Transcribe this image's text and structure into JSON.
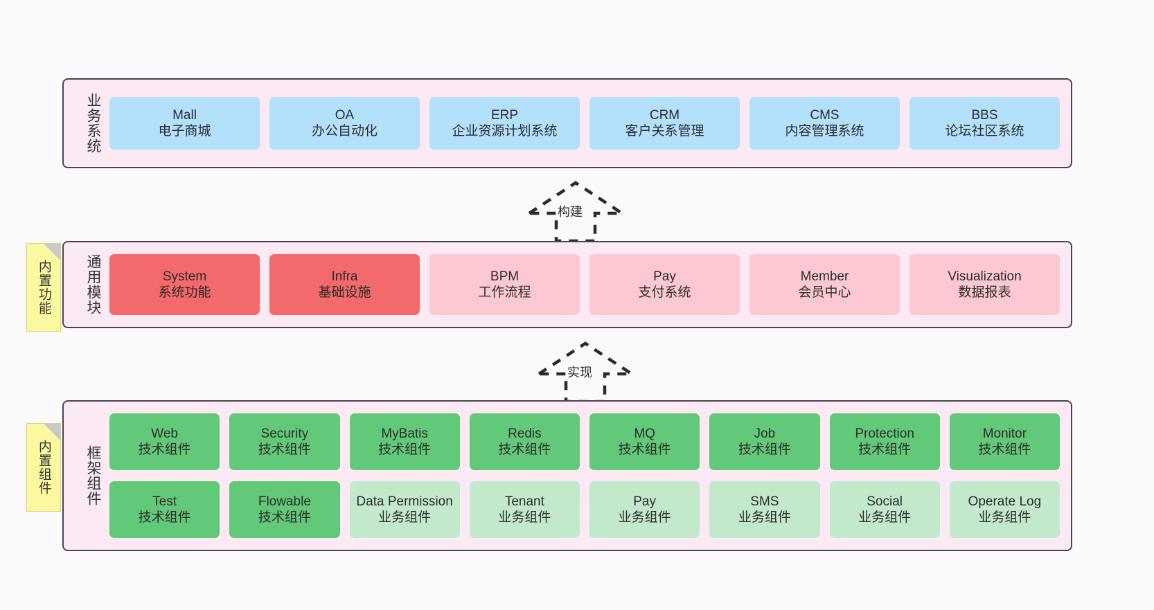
{
  "diagram": {
    "background": "#fafafa",
    "layers": [
      {
        "id": "business",
        "title": "业务系统",
        "cards": [
          {
            "name": "Mall",
            "desc": "电子商城",
            "color": "#b3e0fb"
          },
          {
            "name": "OA",
            "desc": "办公自动化",
            "color": "#b3e0fb"
          },
          {
            "name": "ERP",
            "desc": "企业资源计划系统",
            "color": "#b3e0fb"
          },
          {
            "name": "CRM",
            "desc": "客户关系管理",
            "color": "#b3e0fb"
          },
          {
            "name": "CMS",
            "desc": "内容管理系统",
            "color": "#b3e0fb"
          },
          {
            "name": "BBS",
            "desc": "论坛社区系统",
            "color": "#b3e0fb"
          }
        ]
      },
      {
        "id": "modules",
        "title": "通用模块",
        "note": "内置功能",
        "cards": [
          {
            "name": "System",
            "desc": "系统功能",
            "color": "#f46a6a"
          },
          {
            "name": "Infra",
            "desc": "基础设施",
            "color": "#f46a6a"
          },
          {
            "name": "BPM",
            "desc": "工作流程",
            "color": "#fcc9d3"
          },
          {
            "name": "Pay",
            "desc": "支付系统",
            "color": "#fcc9d3"
          },
          {
            "name": "Member",
            "desc": "会员中心",
            "color": "#fcc9d3"
          },
          {
            "name": "Visualization",
            "desc": "数据报表",
            "color": "#fcc9d3"
          }
        ]
      },
      {
        "id": "framework",
        "title": "框架组件",
        "note": "内置组件",
        "rows": [
          [
            {
              "name": "Web",
              "desc": "技术组件",
              "color": "#62c978"
            },
            {
              "name": "Security",
              "desc": "技术组件",
              "color": "#62c978"
            },
            {
              "name": "MyBatis",
              "desc": "技术组件",
              "color": "#62c978"
            },
            {
              "name": "Redis",
              "desc": "技术组件",
              "color": "#62c978"
            },
            {
              "name": "MQ",
              "desc": "技术组件",
              "color": "#62c978"
            },
            {
              "name": "Job",
              "desc": "技术组件",
              "color": "#62c978"
            },
            {
              "name": "Protection",
              "desc": "技术组件",
              "color": "#62c978"
            },
            {
              "name": "Monitor",
              "desc": "技术组件",
              "color": "#62c978"
            }
          ],
          [
            {
              "name": "Test",
              "desc": "技术组件",
              "color": "#62c978"
            },
            {
              "name": "Flowable",
              "desc": "技术组件",
              "color": "#62c978"
            },
            {
              "name": "Data Permission",
              "desc": "业务组件",
              "color": "#c3e9cc"
            },
            {
              "name": "Tenant",
              "desc": "业务组件",
              "color": "#c3e9cc"
            },
            {
              "name": "Pay",
              "desc": "业务组件",
              "color": "#c3e9cc"
            },
            {
              "name": "SMS",
              "desc": "业务组件",
              "color": "#c3e9cc"
            },
            {
              "name": "Social",
              "desc": "业务组件",
              "color": "#c3e9cc"
            },
            {
              "name": "Operate Log",
              "desc": "业务组件",
              "color": "#c3e9cc"
            }
          ]
        ]
      }
    ],
    "connectors": [
      {
        "id": "build",
        "label": "构建"
      },
      {
        "id": "implement",
        "label": "实现"
      }
    ]
  }
}
